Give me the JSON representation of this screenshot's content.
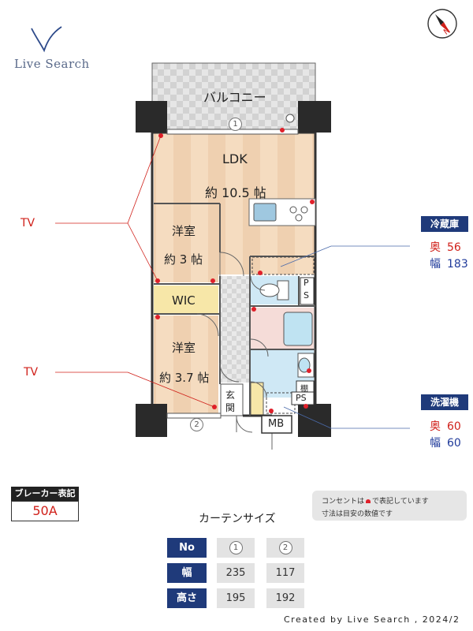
{
  "logo": {
    "text": "Live Search"
  },
  "compass": {
    "label": "N"
  },
  "rooms": {
    "balcony": "バルコニー",
    "ldk_name": "LDK",
    "ldk_size": "約 10.5 帖",
    "western1_name": "洋室",
    "western1_size": "約 3 帖",
    "wic": "WIC",
    "western2_name": "洋室",
    "western2_size": "約 3.7 帖",
    "entrance_line1": "玄",
    "entrance_line2": "関",
    "mb": "MB",
    "ps1_line1": "P",
    "ps1_line2": "S",
    "ps2": "PS",
    "shelf": "棚"
  },
  "window_marks": {
    "one": "1",
    "two": "2"
  },
  "tv": {
    "label1": "TV",
    "label2": "TV"
  },
  "refrigerator": {
    "title": "冷蔵庫",
    "depth_key": "奥",
    "depth_val": "56",
    "width_key": "幅",
    "width_val": "183"
  },
  "washer": {
    "title": "洗濯機",
    "depth_key": "奥",
    "depth_val": "60",
    "width_key": "幅",
    "width_val": "60"
  },
  "breaker": {
    "title": "ブレーカー表記",
    "value": "50A"
  },
  "note": {
    "line1_a": "コンセントは",
    "line1_b": "で表記しています",
    "line2": "寸法は目安の数値です"
  },
  "curtain": {
    "title": "カーテンサイズ",
    "header_label": "No",
    "col1": "1",
    "col2": "2",
    "rows": [
      {
        "label": "幅",
        "v1": "235",
        "v2": "117"
      },
      {
        "label": "高さ",
        "v1": "195",
        "v2": "192"
      }
    ]
  },
  "credit": "Created by Live Search , 2024/2",
  "colors": {
    "navy": "#1f3a7a",
    "red": "#d0201a",
    "wall": "#2a2a2a",
    "floor": "#f4dcc0"
  }
}
